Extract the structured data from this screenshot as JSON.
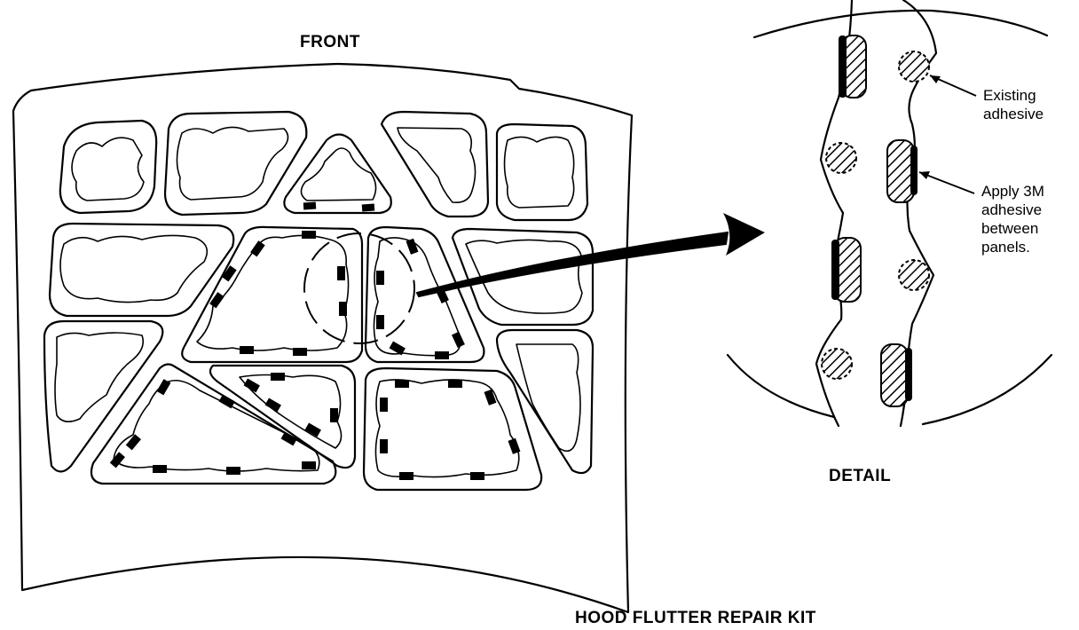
{
  "labels": {
    "front": "FRONT",
    "detail": "DETAIL",
    "callout_existing": "Existing adhesive",
    "callout_apply": "Apply 3M adhesive between panels.",
    "caption": "HOOD FLUTTER REPAIR KIT"
  },
  "icons": {
    "hood": "hood-panel-outline",
    "arrow": "pointer-arrow",
    "detail": "detail-magnifier-circle"
  },
  "colors": {
    "ink": "#000000",
    "paper": "#ffffff"
  }
}
